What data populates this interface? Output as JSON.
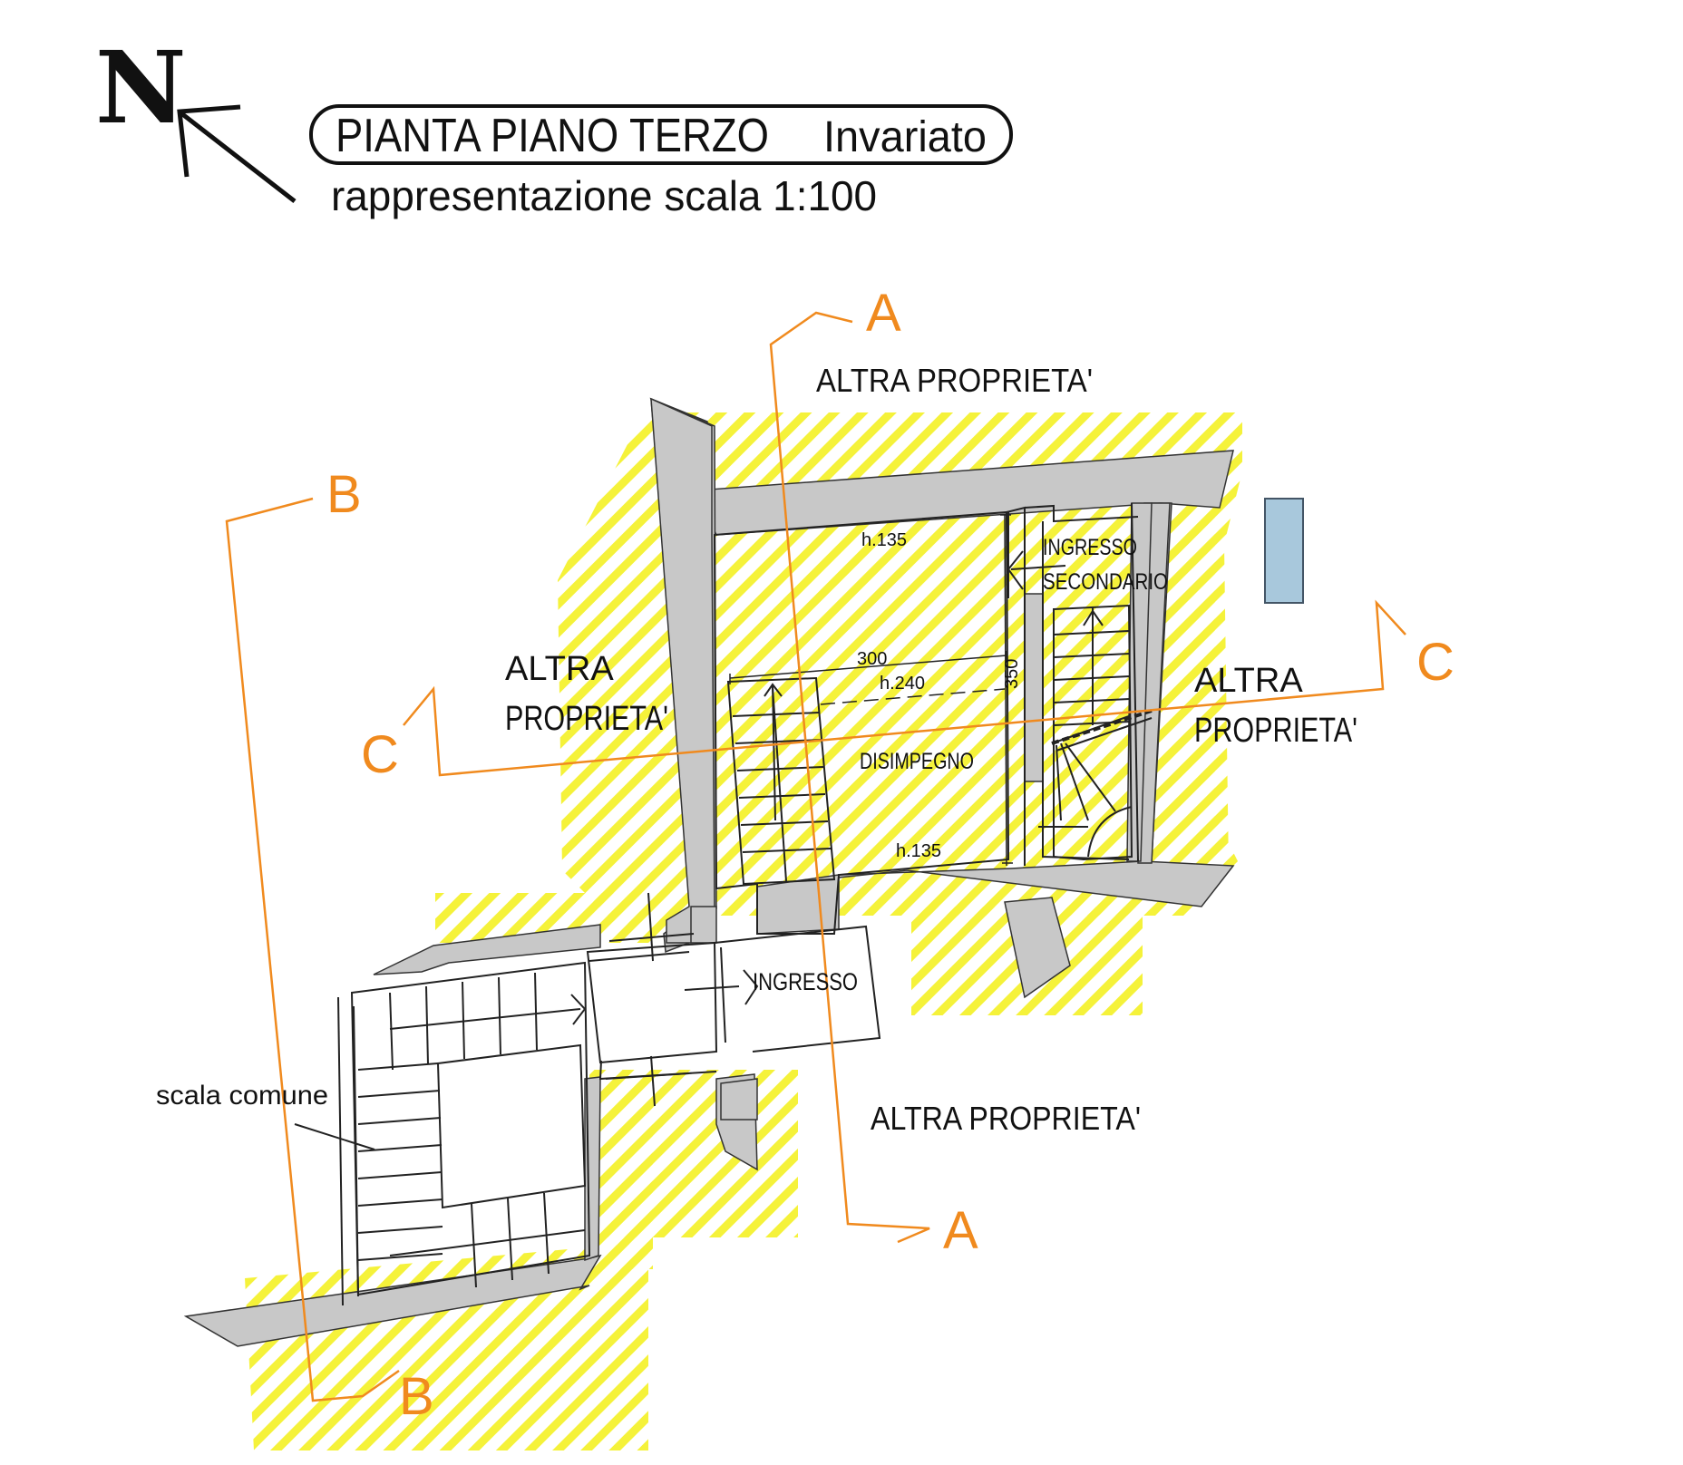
{
  "north": {
    "letter": "N"
  },
  "title": {
    "main": "PIANTA PIANO TERZO",
    "status": "Invariato",
    "scale": "rappresentazione scala 1:100"
  },
  "sections": {
    "a_top": "A",
    "a_bottom": "A",
    "b_top": "B",
    "b_bottom": "B",
    "c_left": "C",
    "c_right": "C"
  },
  "neighbours": {
    "top": "ALTRA PROPRIETA'",
    "left_line1": "ALTRA",
    "left_line2": "PROPRIETA'",
    "right_line1": "ALTRA",
    "right_line2": "PROPRIETA'",
    "bottom": "ALTRA PROPRIETA'"
  },
  "rooms": {
    "secondary_entrance_line1": "INGRESSO",
    "secondary_entrance_line2": "SECONDARIO",
    "hall": "DISIMPEGNO",
    "entrance": "INGRESSO",
    "common_stair": "scala comune"
  },
  "dimensions": {
    "h_top": "h.135",
    "width": "300",
    "h_mid": "h.240",
    "depth": "350",
    "h_bottom": "h.135"
  },
  "colors": {
    "wall": "#c8c8c8",
    "hatch": "#f5f23a",
    "section_line": "#f08a1e",
    "window": "#a8c8dc"
  }
}
